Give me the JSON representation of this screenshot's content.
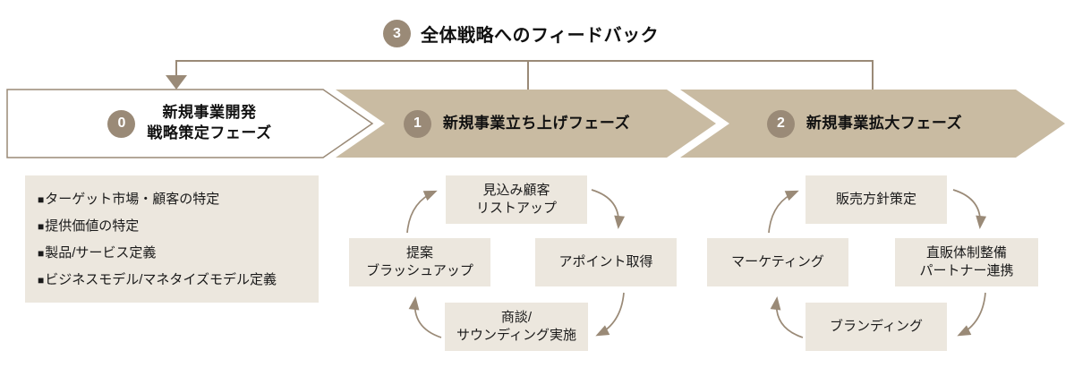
{
  "palette": {
    "tan": "#c9bba2",
    "taupe": "#9a8a77",
    "panel": "#ece7de",
    "ink": "#1a1a1a"
  },
  "feedback": {
    "number": "3",
    "label": "全体戦略へのフィードバック"
  },
  "phases": [
    {
      "number": "0",
      "title": "新規事業開発\n戦略策定フェーズ"
    },
    {
      "number": "1",
      "title": "新規事業立ち上げフェーズ"
    },
    {
      "number": "2",
      "title": "新規事業拡大フェーズ"
    }
  ],
  "strategy": {
    "bullet": "■",
    "items": [
      "ターゲット市場・顧客の特定",
      "提供価値の特定",
      "製品/サービス定義",
      "ビジネスモデル/マネタイズモデル定義"
    ]
  },
  "launch_cycle": {
    "top": "見込み顧客\nリストアップ",
    "right": "アポイント取得",
    "bottom": "商談/\nサウンディング実施",
    "left": "提案\nブラッシュアップ"
  },
  "expand_cycle": {
    "top": "販売方針策定",
    "right": "直販体制整備\nパートナー連携",
    "bottom": "ブランディング",
    "left": "マーケティング"
  }
}
